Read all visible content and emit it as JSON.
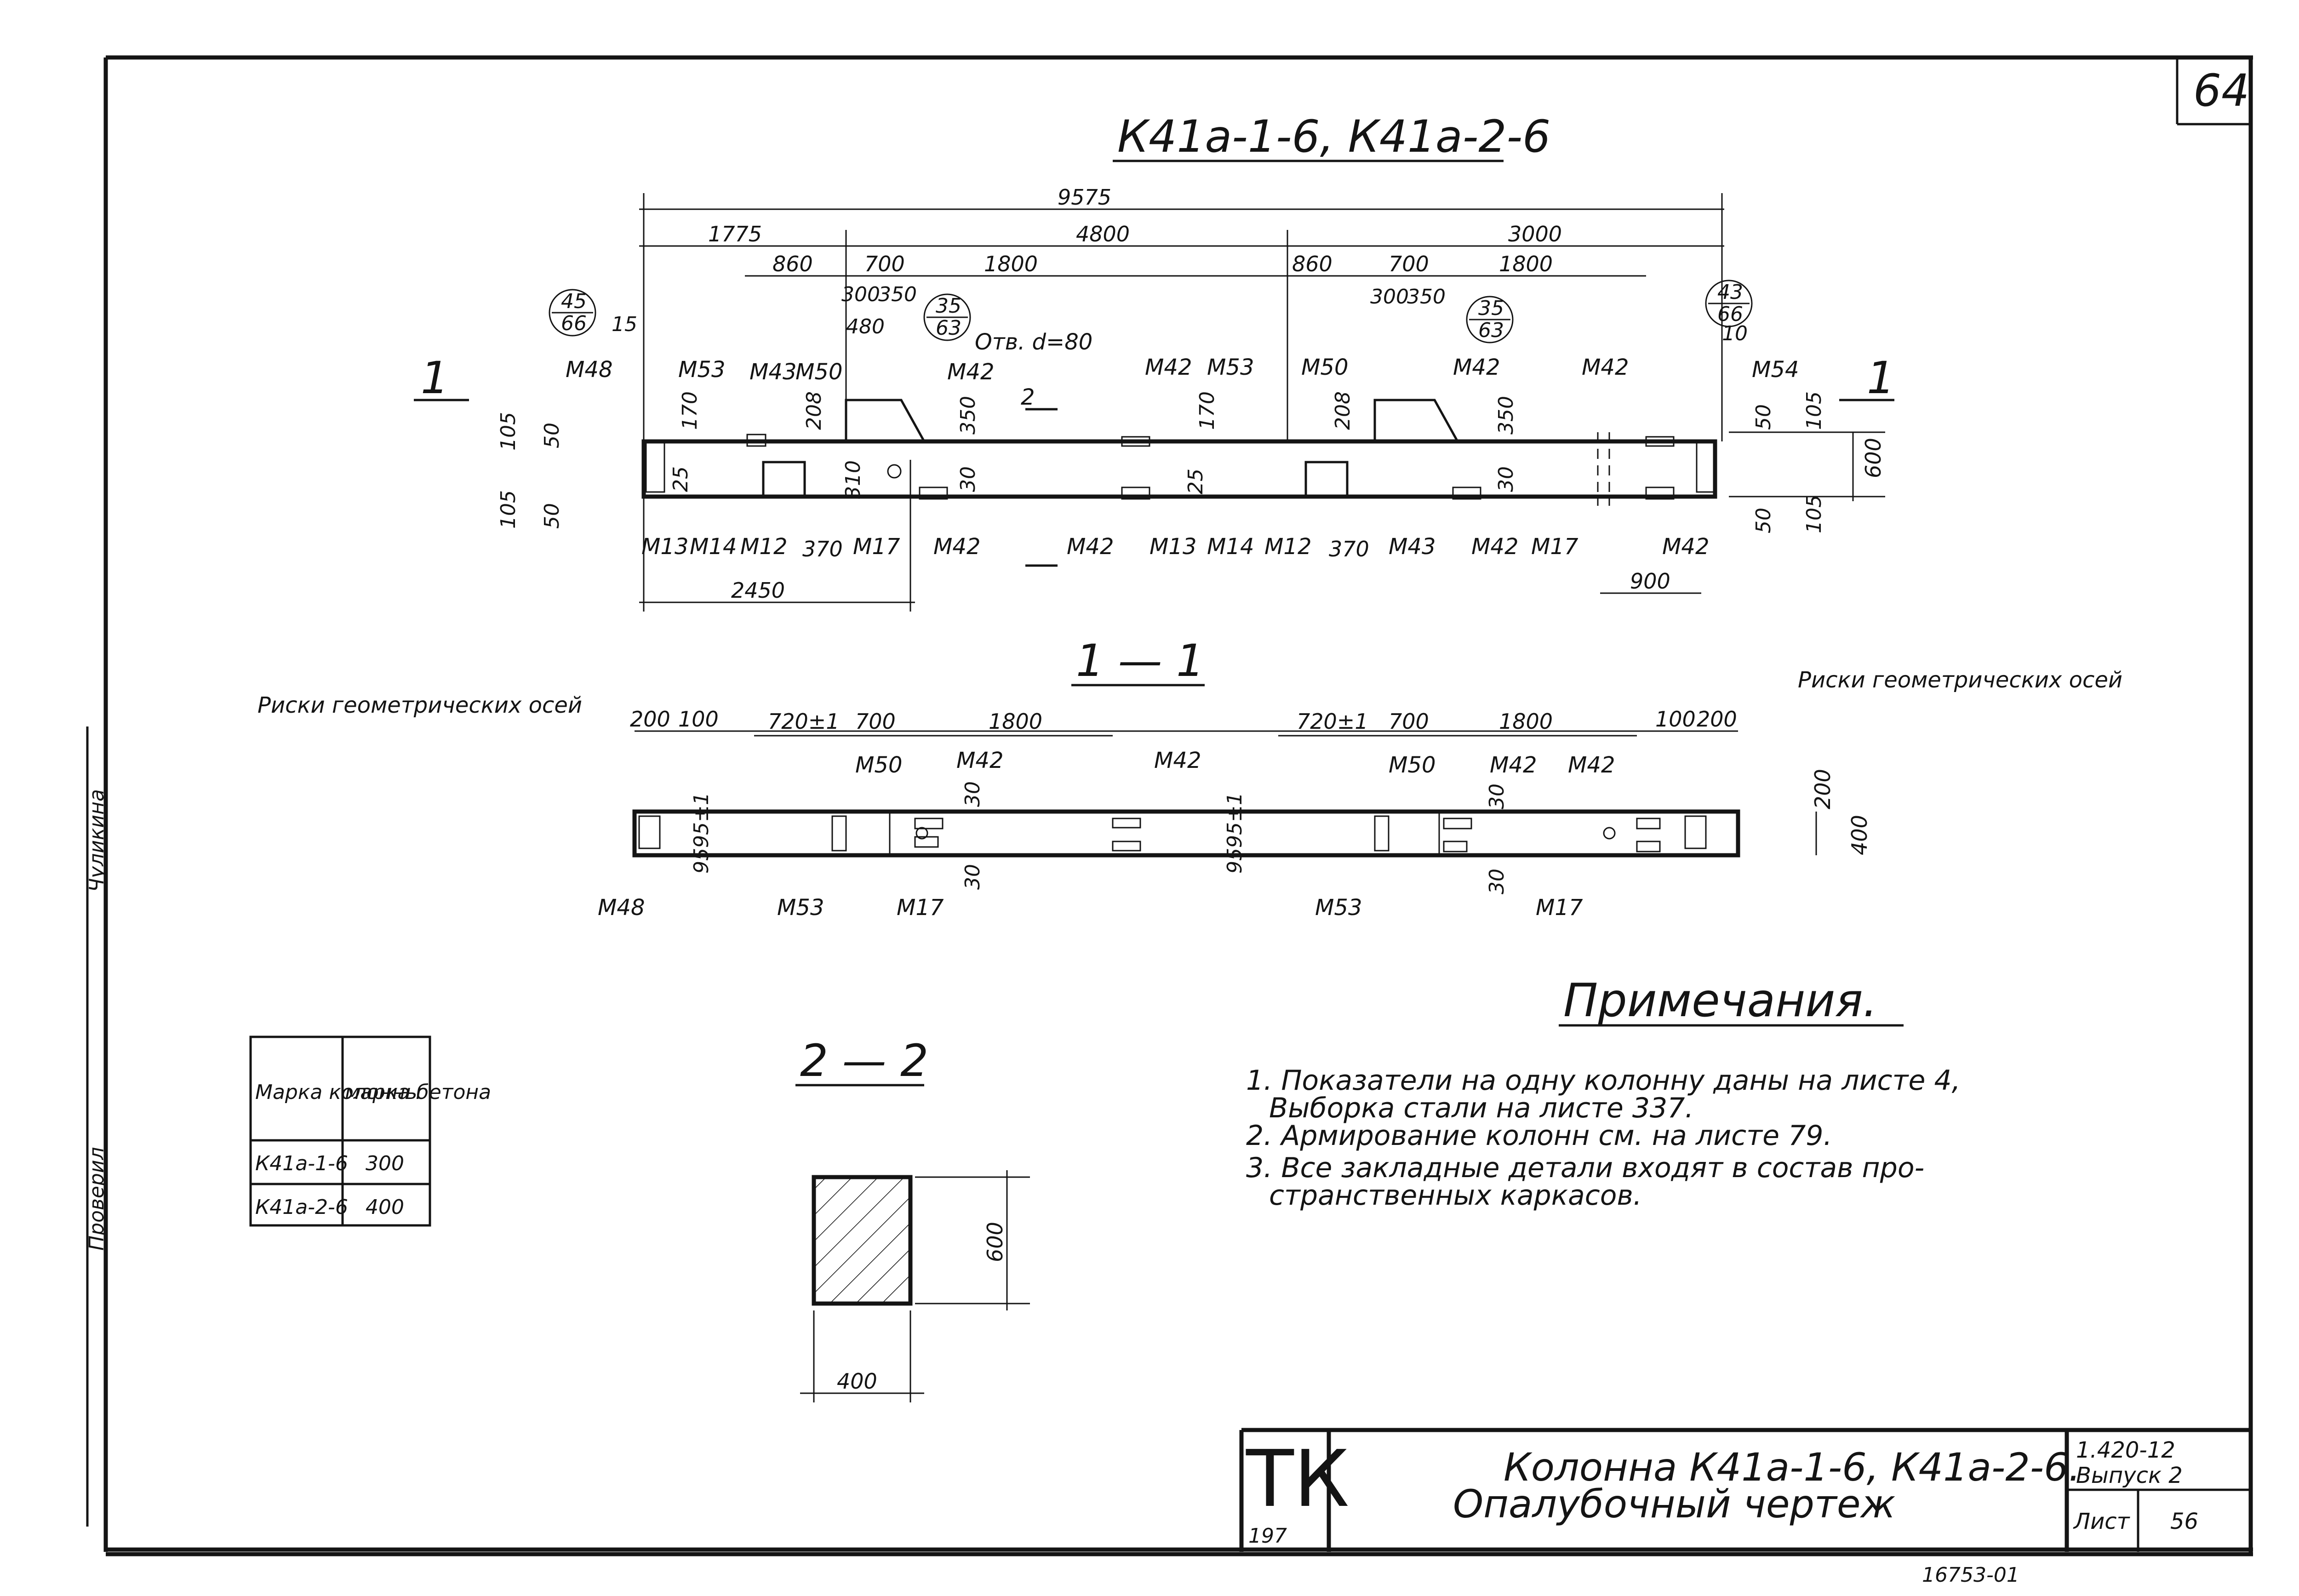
{
  "page_number": "64",
  "title": "К41а-1-6, К41а-2-6",
  "elevation": {
    "dims_top": [
      "9575",
      "1775",
      "4800",
      "3000",
      "860",
      "700",
      "1800",
      "860",
      "700",
      "1800",
      "300",
      "350",
      "480",
      "300",
      "350"
    ],
    "hole_note": "Отв. d=80",
    "bubbles": [
      {
        "top": "45",
        "bottom": "66"
      },
      {
        "top": "35",
        "bottom": "63"
      },
      {
        "top": "35",
        "bottom": "63"
      },
      {
        "top": "43",
        "bottom": "66"
      }
    ],
    "marks_top": [
      "М48",
      "М53",
      "М43",
      "М50",
      "М42",
      "М42",
      "М53",
      "М50",
      "М42",
      "М42",
      "М54"
    ],
    "marks_bottom": [
      "М13",
      "М14",
      "М12",
      "370",
      "М17",
      "М42",
      "М42",
      "М13",
      "М14",
      "М12",
      "370",
      "М43",
      "М42",
      "М17",
      "М42"
    ],
    "small_dims": [
      "15",
      "105",
      "50",
      "105",
      "50",
      "170",
      "208",
      "25",
      "310",
      "350",
      "30",
      "170",
      "25",
      "208",
      "350",
      "30",
      "10",
      "50",
      "105",
      "50",
      "105",
      "600",
      "900",
      "2450"
    ],
    "section_mark_left": "1",
    "section_mark_right": "1",
    "section_mark_mid": "2"
  },
  "section_1_1": {
    "label": "1 — 1",
    "note_left": "Риски геометрических осей",
    "note_right": "Риски геометрических осей",
    "dims": [
      "200",
      "100",
      "720±1",
      "700",
      "1800",
      "720±1",
      "700",
      "1800",
      "100",
      "200",
      "200",
      "400",
      "9595±1",
      "9595±1",
      "30",
      "30",
      "30",
      "30"
    ],
    "marks": [
      "М50",
      "М42",
      "М42",
      "М50",
      "М42",
      "М42",
      "М48",
      "М53",
      "М17",
      "М53",
      "М17"
    ]
  },
  "section_2_2": {
    "label": "2 — 2",
    "width": "400",
    "height": "600"
  },
  "concrete_table": {
    "headers": [
      "Марка колонны",
      "марка бетона"
    ],
    "rows": [
      [
        "К41а-1-6",
        "300"
      ],
      [
        "К41а-2-6",
        "400"
      ]
    ]
  },
  "notes": {
    "heading": "Примечания.",
    "items": [
      "1. Показатели на одну колонну даны на листе 4,",
      "Выборка стали на листе 337.",
      "2. Армирование колонн см. на листе 79.",
      "3. Все закладные детали входят в состав про-",
      "странственных каркасов."
    ]
  },
  "margin_signatures": [
    "Проверил",
    "Чуликина"
  ],
  "title_block": {
    "tk": "ТК",
    "tk_number": "197",
    "name_line1": "Колонна К41а-1-6, К41а-2-6.",
    "name_line2": "Опалубочный чертеж",
    "code": "1.420-12",
    "issue": "Выпуск 2",
    "sheet_label": "Лист",
    "sheet_number": "56"
  },
  "archive_number": "16753-01"
}
